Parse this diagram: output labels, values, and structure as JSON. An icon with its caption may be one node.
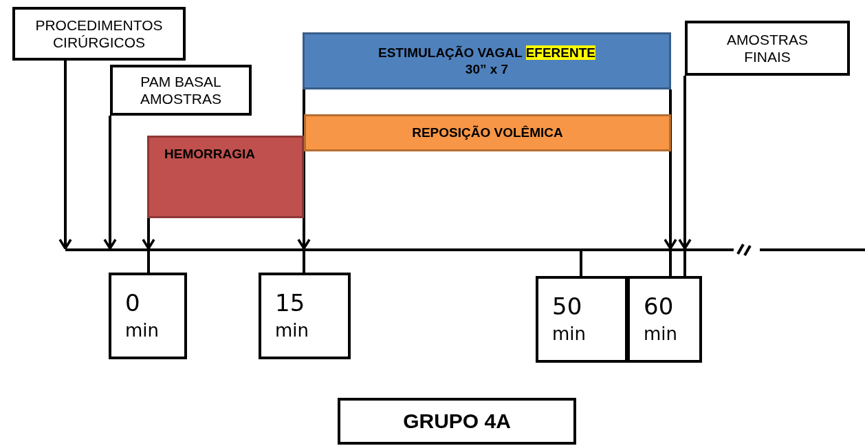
{
  "diagram": {
    "nodes": [
      {
        "text": [
          "PROCEDIMENTOS CIRÚRGICOS"
        ]
      },
      {
        "text": [
          "PAM BASAL AMOSTRAS"
        ]
      },
      {
        "text": [
          "ESTIMULAÇÃO VAGAL **EFERENTE**",
          "30” x 7"
        ]
      },
      {
        "text": [
          "REPOSIÇÃO VOLÊMICA"
        ]
      },
      {
        "text": [
          "HEMORRAGIA"
        ]
      },
      {
        "text": [
          "AMOSTRAS FINAIS"
        ]
      },
      {
        "text": [],
        "shape": "bar"
      },
      {
        "text": [
          "0",
          "min"
        ]
      },
      {
        "text": [
          "15",
          "min"
        ]
      },
      {
        "text": [
          "50",
          "min"
        ]
      },
      {
        "text": [
          "60",
          "min"
        ]
      },
      {
        "text": [
          "GRUPO 4A"
        ]
      }
    ],
    "edges": [
      {
        "from": 0,
        "to": 6,
        "arrow": "to"
      },
      {
        "from": 1,
        "to": 6,
        "arrow": "to"
      },
      {
        "from": 4,
        "to": 6,
        "arrow": "to"
      },
      {
        "from": 2,
        "to": 6,
        "arrow": "to"
      },
      {
        "from": 2,
        "to": 6,
        "arrow": "to"
      },
      {
        "from": 5,
        "to": 6,
        "arrow": "to"
      },
      {
        "from": 6,
        "to": 7,
        "arrow": "none"
      },
      {
        "from": 6,
        "to": 8,
        "arrow": "none"
      },
      {
        "from": 6,
        "to": 9,
        "arrow": "none"
      },
      {
        "from": 6,
        "to": 10,
        "arrow": "none"
      },
      {
        "from": 6,
        "to": 10,
        "arrow": "none"
      }
    ]
  }
}
